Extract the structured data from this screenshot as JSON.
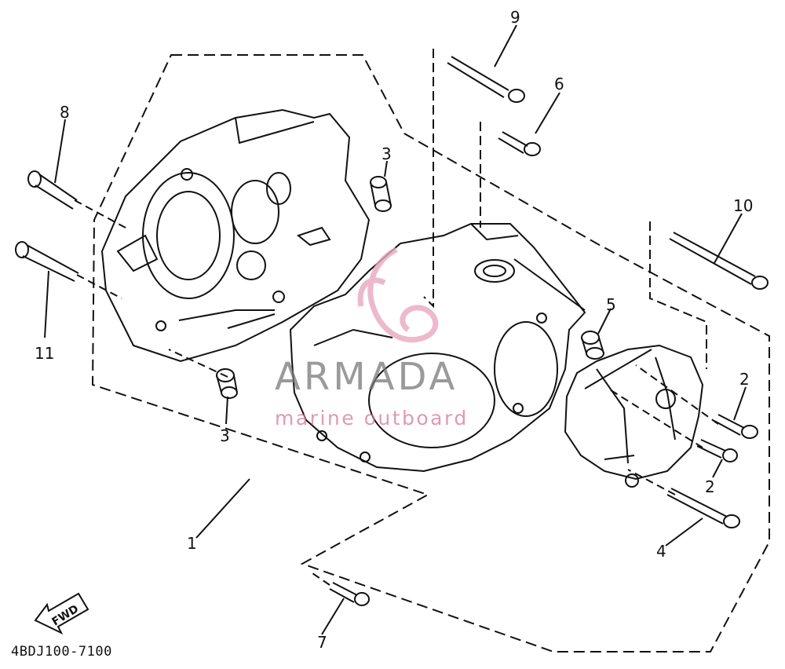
{
  "callouts": [
    {
      "id": "9",
      "label": "9"
    },
    {
      "id": "6",
      "label": "6"
    },
    {
      "id": "8",
      "label": "8"
    },
    {
      "id": "3a",
      "label": "3"
    },
    {
      "id": "10",
      "label": "10"
    },
    {
      "id": "5",
      "label": "5"
    },
    {
      "id": "11",
      "label": "11"
    },
    {
      "id": "2a",
      "label": "2"
    },
    {
      "id": "3b",
      "label": "3"
    },
    {
      "id": "2b",
      "label": "2"
    },
    {
      "id": "1",
      "label": "1"
    },
    {
      "id": "4",
      "label": "4"
    },
    {
      "id": "7",
      "label": "7"
    }
  ],
  "diagram_code": "4BDJ100-7100",
  "fwd_label": "FWD",
  "watermark": {
    "name": "ARMADA",
    "sub": "marine outboard",
    "logo_color": "#e8a8c0"
  }
}
